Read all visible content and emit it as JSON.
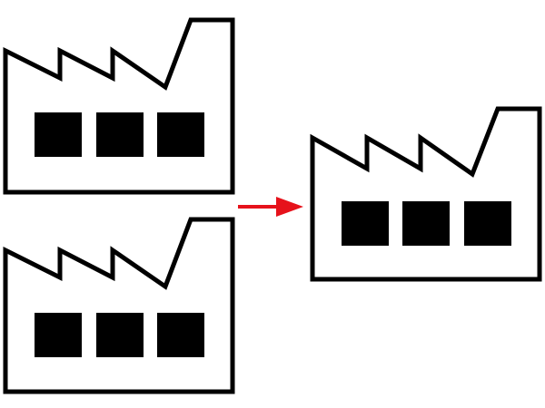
{
  "diagram": {
    "nodes": [
      {
        "id": "factory-top-left",
        "icon": "factory-icon"
      },
      {
        "id": "factory-bottom-left",
        "icon": "factory-icon"
      },
      {
        "id": "factory-right",
        "icon": "factory-icon"
      }
    ],
    "edges": [
      {
        "from": "factory-top-left",
        "to": "factory-right",
        "style": "arrow"
      }
    ],
    "colors": {
      "outline": "#000000",
      "fill": "#ffffff",
      "window": "#000000",
      "arrow": "#e6121b",
      "background": "#ffffff"
    }
  }
}
